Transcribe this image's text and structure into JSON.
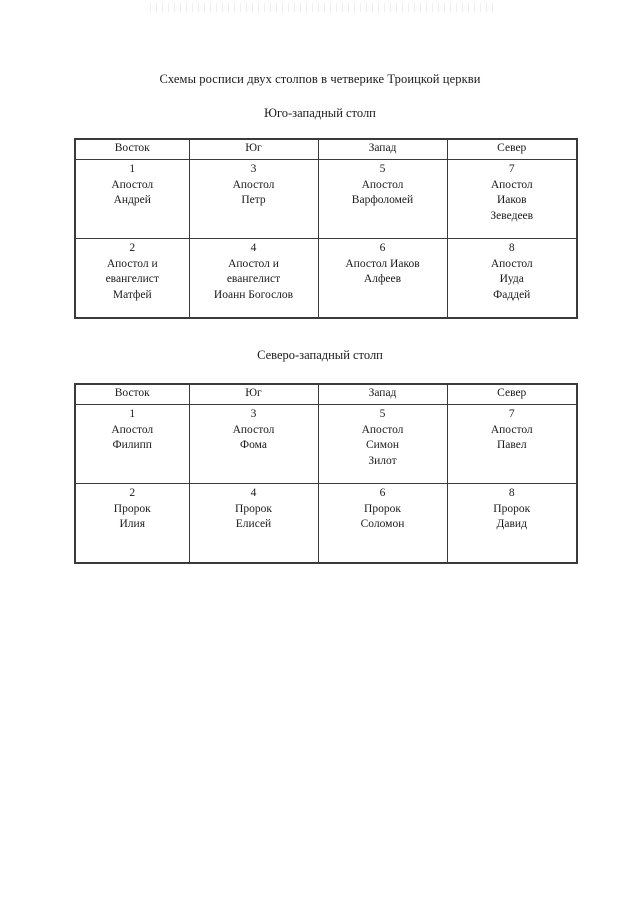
{
  "document": {
    "title": "Схемы росписи двух столпов в четверике Троицкой церкви"
  },
  "sections": [
    {
      "heading": "Юго-западный столп",
      "table": {
        "headers": [
          "Восток",
          "Юг",
          "Запад",
          "Север"
        ],
        "rows": [
          [
            {
              "number": "1",
              "name": "Апостол\nАндрей"
            },
            {
              "number": "3",
              "name": "Апостол\nПетр"
            },
            {
              "number": "5",
              "name": "Апостол\nВарфоломей"
            },
            {
              "number": "7",
              "name": "Апостол\nИаков\nЗеведеев"
            }
          ],
          [
            {
              "number": "2",
              "name": "Апостол и\nевангелист\nМатфей"
            },
            {
              "number": "4",
              "name": "Апостол и\nевангелист\nИоанн Богослов"
            },
            {
              "number": "6",
              "name": "Апостол Иаков\nАлфеев"
            },
            {
              "number": "8",
              "name": "Апостол\nИуда\nФаддей"
            }
          ]
        ]
      }
    },
    {
      "heading": "Северо-западный столп",
      "table": {
        "headers": [
          "Восток",
          "Юг",
          "Запад",
          "Север"
        ],
        "rows": [
          [
            {
              "number": "1",
              "name": "Апостол\nФилипп"
            },
            {
              "number": "3",
              "name": "Апостол\nФома"
            },
            {
              "number": "5",
              "name": "Апостол\nСимон\nЗилот"
            },
            {
              "number": "7",
              "name": "Апостол\nПавел"
            }
          ],
          [
            {
              "number": "2",
              "name": "Пророк\nИлия"
            },
            {
              "number": "4",
              "name": "Пророк\nЕлисей"
            },
            {
              "number": "6",
              "name": "Пророк\nСоломон"
            },
            {
              "number": "8",
              "name": "Пророк\nДавид"
            }
          ]
        ]
      }
    }
  ]
}
